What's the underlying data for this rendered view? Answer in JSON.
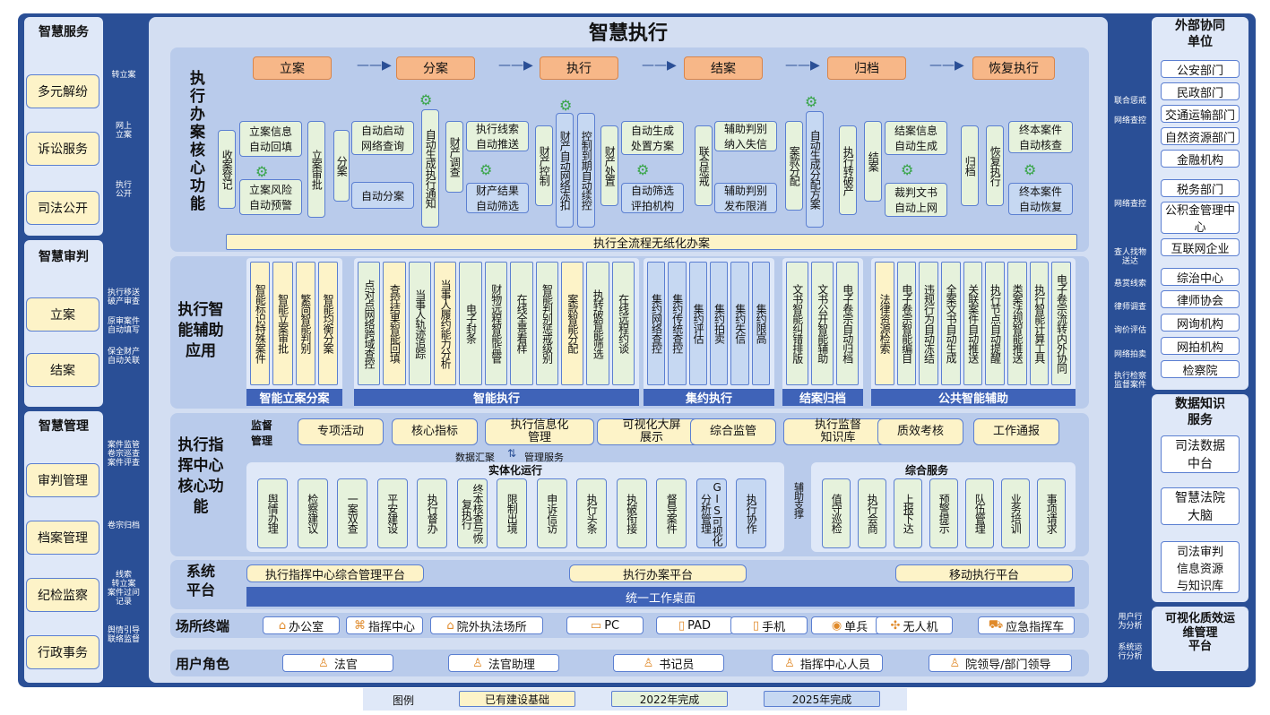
{
  "title": "智慧执行",
  "left": {
    "trial_service": {
      "title": "智慧服务",
      "items": [
        "多元解纷",
        "诉讼服务",
        "司法公开"
      ],
      "links": [
        "转立案",
        "网上\n立案",
        "执行\n公开"
      ]
    },
    "smart_trial": {
      "title": "智慧审判",
      "items": [
        "立案",
        "结案"
      ],
      "links": [
        "执行移送\n破产审查",
        "原审案件\n自动填写",
        "保全财产\n自动关联"
      ]
    },
    "smart_mgmt": {
      "title": "智慧管理",
      "items": [
        "审判管理",
        "档案管理",
        "纪检监察",
        "行政事务"
      ],
      "links": [
        "案件监管\n卷宗巡查\n案件评查",
        "卷宗归档",
        "线索\n转立案\n案件过问\n记录",
        "舆情引导\n联络监督"
      ]
    }
  },
  "right": {
    "external": {
      "title": "外部协同\n单位",
      "group1": [
        "公安部门",
        "民政部门",
        "交通运输部门",
        "自然资源部门",
        "金融机构"
      ],
      "group2": [
        "税务部门",
        "公积金管理中心",
        "互联网企业"
      ],
      "group3": [
        "综治中心",
        "律师协会",
        "网询机构",
        "网拍机构",
        "检察院"
      ],
      "links": [
        "联合惩戒",
        "网络查控",
        "网络查控",
        "查人找物\n送达",
        "悬赏线索",
        "律师调查",
        "询价评估",
        "网络拍卖",
        "执行检察\n监督案件"
      ]
    },
    "knowledge": {
      "title": "数据知识\n服务",
      "items": [
        "司法数据\n中台",
        "智慧法院\n大脑",
        "司法审判\n信息资源\n与知识库"
      ]
    },
    "ops": {
      "title": "可视化质效运\n维管理\n平台",
      "links": [
        "用户行\n为分析",
        "系统运\n行分析"
      ]
    }
  },
  "core": {
    "title": "执行办案核心功能",
    "stages": [
      "立案",
      "分案",
      "执行",
      "结案",
      "归档",
      "恢复执行"
    ],
    "items": {
      "a1": "收案登记",
      "a2": "立案信息\n自动回填",
      "a3": "立案风险\n自动预警",
      "a4": "立案审批",
      "b1": "分案",
      "b2": "自动启动\n网络查询",
      "b3": "自动分案",
      "c1": "自动生成执行通知",
      "c2": "财产调查",
      "c3": "执行线索\n自动推送",
      "c4": "财产结果\n自动筛选",
      "c5": "财产控制",
      "c6": "财产自动网络冻扣",
      "c7": "控制到期自动续控",
      "d1": "财产处置",
      "d2": "自动生成\n处置方案",
      "d3": "自动筛选\n评拍机构",
      "e1": "联合惩戒",
      "e2": "辅助判别\n纳入失信",
      "e3": "辅助判别\n发布限消",
      "e4": "案款分配",
      "e5": "自动生成分配方案",
      "f1": "执行转破产",
      "f2": "结案",
      "f3": "结案信息\n自动生成",
      "f4": "裁判文书\n自动上网",
      "f5": "归档",
      "g1": "恢复执行",
      "g2": "终本案件\n自动核查",
      "g3": "终本案件\n自动恢复"
    },
    "footer": "执行全流程无纸化办案"
  },
  "assist": {
    "title": "执行智能辅助应用",
    "groups": [
      {
        "label": "智能立案分案",
        "items": [
          "智能标识特殊案件",
          "智能立案审批",
          "繁简智能判别",
          "智能均衡分案"
        ]
      },
      {
        "label": "智能执行",
        "items": [
          "点对点网络跨域查控",
          "查控结果智能回填",
          "当事人轨迹追踪",
          "当事人履约能力分析",
          "电子封条",
          "财物远程智能监管",
          "在线全景看样",
          "智能判别惩戒级别",
          "案款智能分配",
          "执转破智能筛选",
          "在线远程约谈"
        ]
      },
      {
        "label": "集约执行",
        "items": [
          "集约网络查控",
          "集约传统查控",
          "集约评估",
          "集约拍卖",
          "集约失信",
          "集约限高"
        ]
      },
      {
        "label": "结案归档",
        "items": [
          "文书智能纠错排版",
          "文书公开智能辅助",
          "电子卷宗自动归档"
        ]
      },
      {
        "label": "公共智能辅助",
        "items": [
          "法律资源检索",
          "电子卷宗智能编目",
          "违规行为自动冻结",
          "全案文书自动生成",
          "关联案件自动推送",
          "执行节点自动提醒",
          "类案法规智能推送",
          "执行智能计算工具",
          "电子卷宗流转内外协同"
        ]
      }
    ]
  },
  "command": {
    "title": "执行指挥中心核心功能",
    "supervise_label": "监督\n管理",
    "supervise": [
      "专项活动",
      "核心指标",
      "执行信息化\n管理",
      "可视化大屏\n展示",
      "综合监管",
      "执行监督\n知识库",
      "质效考核",
      "工作通报"
    ],
    "flow_up": "数据汇聚",
    "flow_down": "管理服务",
    "entity": {
      "title": "实体化运行",
      "items": [
        "舆情办理",
        "检察建议",
        "一案双查",
        "平安建设",
        "执行督办",
        "终本核查与恢复执行",
        "限制出境",
        "申诉信访",
        "执行头条",
        "执破衔接",
        "督导案件",
        "GIS可视化分析管理",
        "执行协作"
      ]
    },
    "support": "辅助支撑",
    "service": {
      "title": "综合服务",
      "items": [
        "值守巡检",
        "执行会商",
        "上报下达",
        "预警提示",
        "队伍管理",
        "业务培训",
        "事项请求"
      ]
    }
  },
  "platform": {
    "title": "系统\n平台",
    "items": [
      "执行指挥中心综合管理平台",
      "执行办案平台",
      "移动执行平台"
    ],
    "desktop": "统一工作桌面"
  },
  "terminal": {
    "title": "场所终端",
    "items": [
      {
        "icon": "office-icon",
        "label": "办公室"
      },
      {
        "icon": "command-center-icon",
        "label": "指挥中心"
      },
      {
        "icon": "field-site-icon",
        "label": "院外执法场所"
      },
      {
        "icon": "pc-icon",
        "label": "PC"
      },
      {
        "icon": "pad-icon",
        "label": "PAD"
      },
      {
        "icon": "phone-icon",
        "label": "手机"
      },
      {
        "icon": "single-soldier-icon",
        "label": "单兵"
      },
      {
        "icon": "drone-icon",
        "label": "无人机"
      },
      {
        "icon": "vehicle-icon",
        "label": "应急指挥车"
      }
    ]
  },
  "roles": {
    "title": "用户角色",
    "items": [
      "法官",
      "法官助理",
      "书记员",
      "指挥中心人员",
      "院领导/部门领导"
    ]
  },
  "legend": {
    "title": "图例",
    "items": [
      "已有建设基础",
      "2022年完成",
      "2025年完成"
    ]
  },
  "colors": {
    "frame": "#2a4f96",
    "yellow": "#fdf3c8",
    "green": "#e6f2dc",
    "blue": "#c6d8f2",
    "orange": "#f7b788"
  }
}
